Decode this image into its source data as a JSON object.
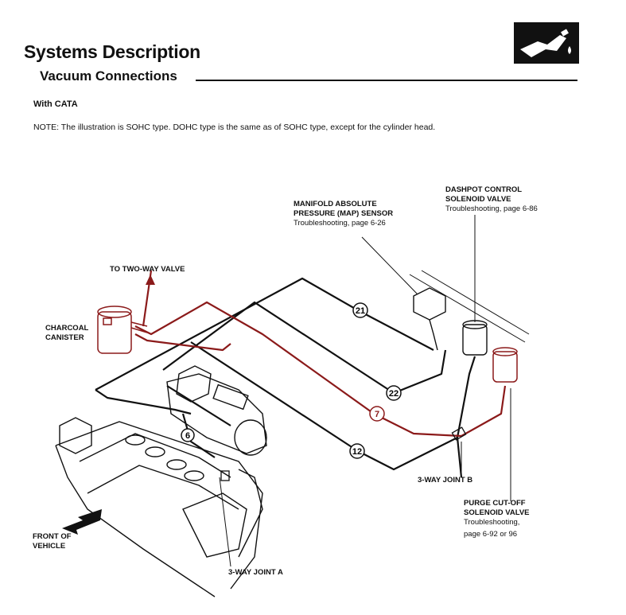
{
  "page": {
    "title": "Systems Description",
    "subtitle": "Vacuum Connections",
    "category": "With CATA",
    "note": "NOTE: The illustration is SOHC type. DOHC type is the same as of SOHC type, except for the cylinder head."
  },
  "labels": {
    "map_sensor": {
      "line1": "MANIFOLD ABSOLUTE",
      "line2": "PRESSURE (MAP) SENSOR",
      "sub": "Troubleshooting, page 6-26"
    },
    "dashpot": {
      "line1": "DASHPOT CONTROL",
      "line2": "SOLENOID VALVE",
      "sub": "Troubleshooting, page 6-86"
    },
    "two_way": "TO TWO-WAY VALVE",
    "charcoal": {
      "line1": "CHARCOAL",
      "line2": "CANISTER"
    },
    "joint_b": "3-WAY JOINT B",
    "purge": {
      "line1": "PURGE CUT-OFF",
      "line2": "SOLENOID VALVE",
      "sub1": "Troubleshooting,",
      "sub2": "page 6-92 or 96"
    },
    "front": {
      "line1": "FRONT OF",
      "line2": "VEHICLE"
    },
    "joint_a": "3-WAY JOINT A"
  },
  "hose_numbers": [
    "21",
    "22",
    "7",
    "12",
    "6"
  ],
  "colors": {
    "hose_red": "#8b1a1a",
    "hose_black": "#111111"
  },
  "icons": {
    "logo": "fuel-nozzle-icon",
    "front_arrow": "arrow-front-icon"
  }
}
